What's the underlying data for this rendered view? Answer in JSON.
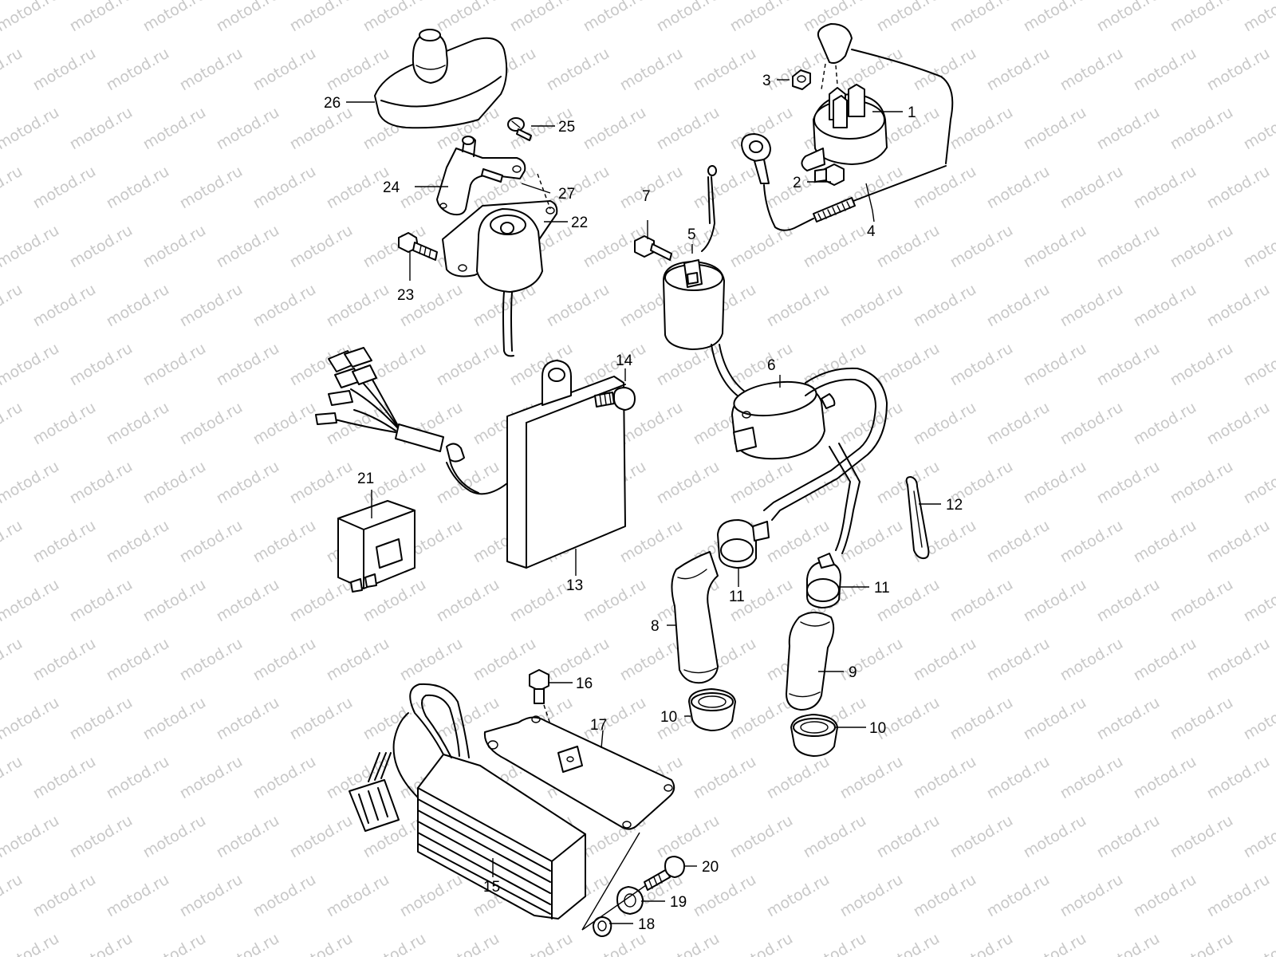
{
  "watermark": {
    "text": "motod.ru",
    "color": "#c8c8c8"
  },
  "callouts": [
    {
      "id": "c1",
      "label": "1"
    },
    {
      "id": "c2",
      "label": "2"
    },
    {
      "id": "c3",
      "label": "3"
    },
    {
      "id": "c4",
      "label": "4"
    },
    {
      "id": "c5",
      "label": "5"
    },
    {
      "id": "c6",
      "label": "6"
    },
    {
      "id": "c7",
      "label": "7"
    },
    {
      "id": "c8",
      "label": "8"
    },
    {
      "id": "c9",
      "label": "9"
    },
    {
      "id": "c10a",
      "label": "10"
    },
    {
      "id": "c10b",
      "label": "10"
    },
    {
      "id": "c11a",
      "label": "11"
    },
    {
      "id": "c11b",
      "label": "11"
    },
    {
      "id": "c12",
      "label": "12"
    },
    {
      "id": "c13",
      "label": "13"
    },
    {
      "id": "c14",
      "label": "14"
    },
    {
      "id": "c15",
      "label": "15"
    },
    {
      "id": "c16",
      "label": "16"
    },
    {
      "id": "c17",
      "label": "17"
    },
    {
      "id": "c18",
      "label": "18"
    },
    {
      "id": "c19",
      "label": "19"
    },
    {
      "id": "c20",
      "label": "20"
    },
    {
      "id": "c21",
      "label": "21"
    },
    {
      "id": "c22",
      "label": "22"
    },
    {
      "id": "c23",
      "label": "23"
    },
    {
      "id": "c24",
      "label": "24"
    },
    {
      "id": "c25",
      "label": "25"
    },
    {
      "id": "c26",
      "label": "26"
    },
    {
      "id": "c27",
      "label": "27"
    }
  ]
}
